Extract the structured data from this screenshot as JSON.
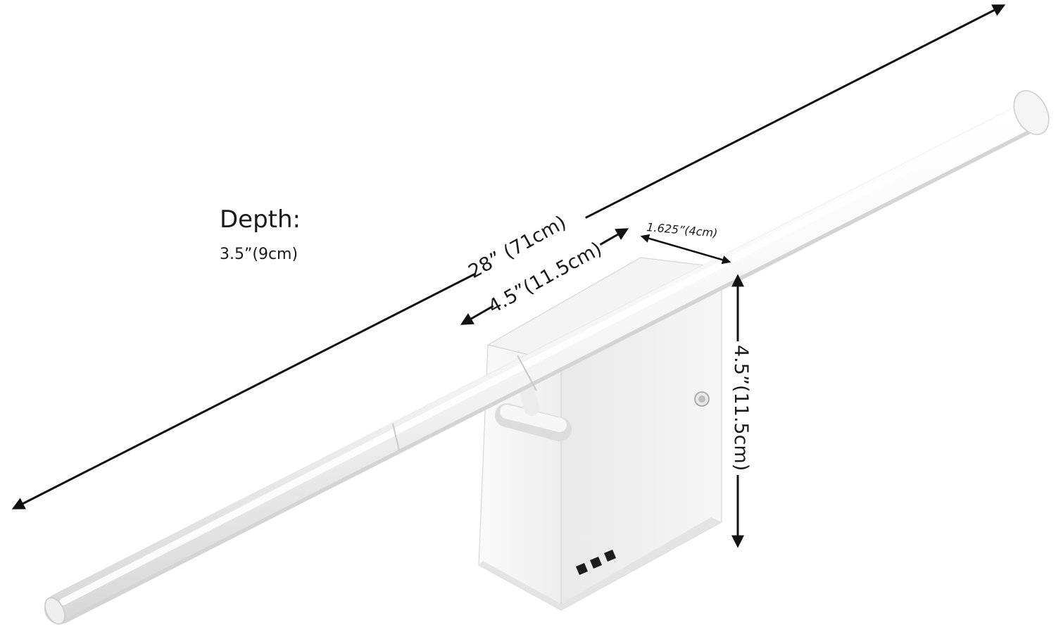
{
  "depth": {
    "title": "Depth:",
    "value": "3.5”(9cm)"
  },
  "dimensions": {
    "total_length": "28” (71cm)",
    "arm_length": "4.5”(11.5cm)",
    "bar_diameter": "1.625”(4cm)",
    "plate_height": "4.5”(11.5cm)"
  },
  "colors": {
    "background": "#ffffff",
    "fixture": "#f7f7f7",
    "fixture_shade": "#e2e2e2",
    "arrow": "#111111"
  }
}
